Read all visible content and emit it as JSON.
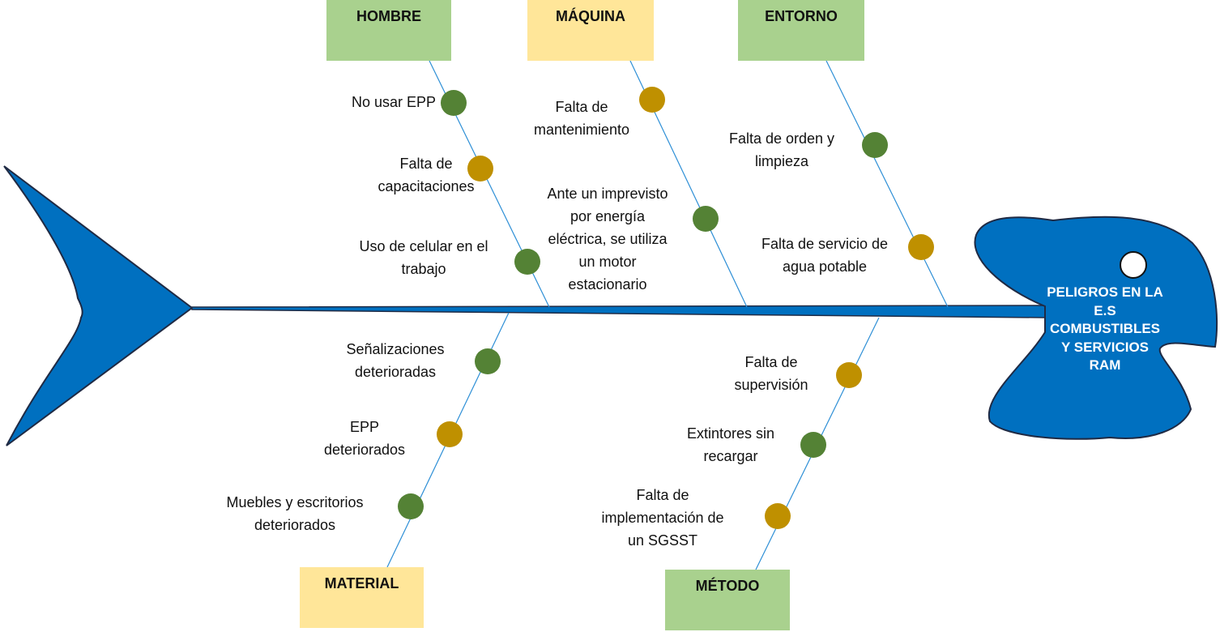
{
  "effect": {
    "lines": [
      "PELIGROS EN LA",
      "E.S",
      "COMBUSTIBLES",
      "Y SERVICIOS",
      "RAM"
    ]
  },
  "categories": {
    "hombre": "HOMBRE",
    "maquina": "MÁQUINA",
    "entorno": "ENTORNO",
    "material": "MATERIAL",
    "metodo": "MÉTODO"
  },
  "causes": {
    "hombre": [
      {
        "lines": [
          "No usar EPP"
        ],
        "dot": "green"
      },
      {
        "lines": [
          "Falta de",
          "capacitaciones"
        ],
        "dot": "gold"
      },
      {
        "lines": [
          "Uso de celular en el",
          "trabajo"
        ],
        "dot": "green"
      }
    ],
    "maquina": [
      {
        "lines": [
          "Falta de",
          "mantenimiento"
        ],
        "dot": "gold"
      },
      {
        "lines": [
          "Ante un imprevisto",
          "por energía",
          "eléctrica, se utiliza",
          "un motor",
          "estacionario"
        ],
        "dot": "green"
      }
    ],
    "entorno": [
      {
        "lines": [
          "Falta de orden y",
          "limpieza"
        ],
        "dot": "green"
      },
      {
        "lines": [
          "Falta de servicio de",
          "agua potable"
        ],
        "dot": "gold"
      }
    ],
    "material": [
      {
        "lines": [
          "Señalizaciones",
          "deterioradas"
        ],
        "dot": "green"
      },
      {
        "lines": [
          "EPP",
          "deteriorados"
        ],
        "dot": "gold"
      },
      {
        "lines": [
          "Muebles y escritorios",
          "deteriorados"
        ],
        "dot": "green"
      }
    ],
    "metodo": [
      {
        "lines": [
          "Falta de",
          "supervisión"
        ],
        "dot": "gold"
      },
      {
        "lines": [
          "Extintores sin",
          "recargar"
        ],
        "dot": "green"
      },
      {
        "lines": [
          "Falta de",
          "implementación de",
          "un SGSST"
        ],
        "dot": "gold"
      }
    ]
  },
  "colors": {
    "fish_body": "#0070c0",
    "spine": "#0070c0",
    "outline": "#1f2a44",
    "bone_line": "#2e8fd6",
    "dot_green": "#548235",
    "dot_gold": "#bf9000",
    "box_green": "#a9d18e",
    "box_yellow": "#ffe699"
  }
}
